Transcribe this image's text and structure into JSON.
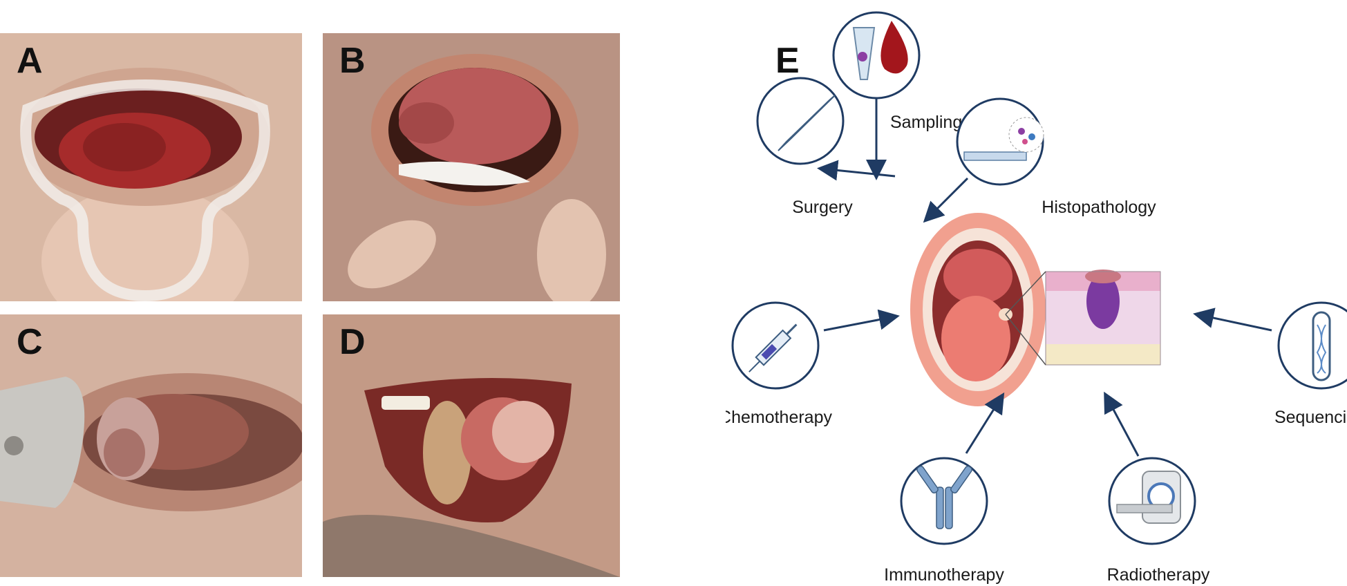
{
  "panels": {
    "a": {
      "label": "A"
    },
    "b": {
      "label": "B"
    },
    "c": {
      "label": "C"
    },
    "d": {
      "label": "D"
    },
    "e": {
      "label": "E"
    }
  },
  "diagram": {
    "nodes": {
      "sampling": "Sampling",
      "surgery": "Surgery",
      "histopathology": "Histopathology",
      "chemotherapy": "Chemotherapy",
      "sequencing": "Sequencing",
      "immunotherapy": "Immunotherapy",
      "radiotherapy": "Radiotherapy"
    }
  },
  "colors": {
    "navy": "#1f3b63",
    "skin": "#d8b29e",
    "lesion": "#a62b2b",
    "tumor": "#7b3aa0",
    "icon_blue": "#5b8bc7"
  }
}
